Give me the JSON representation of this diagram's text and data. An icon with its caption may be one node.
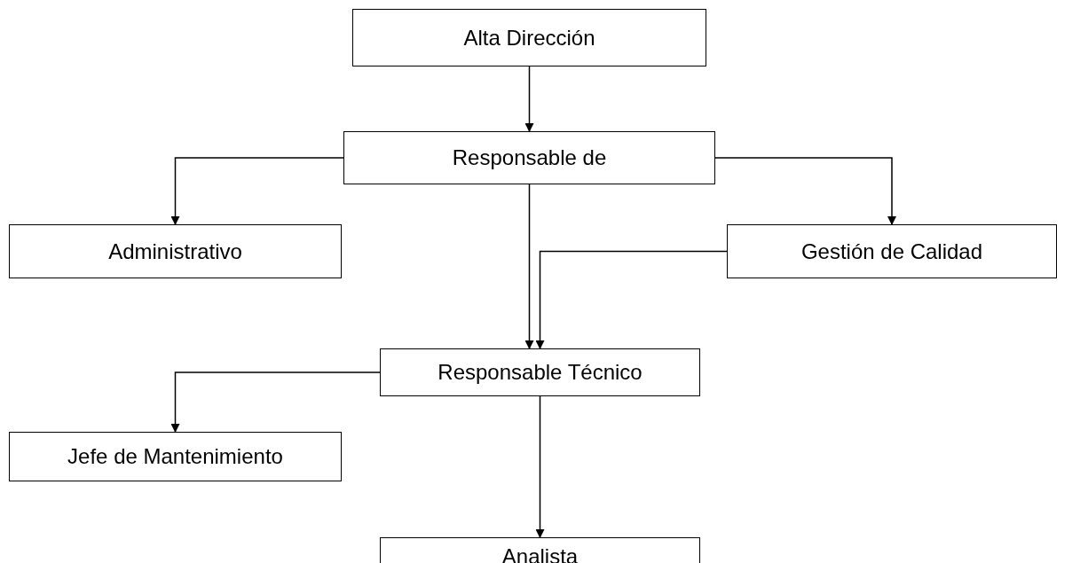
{
  "diagram": {
    "nodes": [
      {
        "text": [
          "Alta Dirección"
        ]
      },
      {
        "text": [
          "Responsable de"
        ]
      },
      {
        "text": [
          "Administrativo"
        ]
      },
      {
        "text": [
          "Gestión de Calidad"
        ]
      },
      {
        "text": [
          "Responsable Técnico"
        ]
      },
      {
        "text": [
          "Jefe de Mantenimiento"
        ]
      },
      {
        "text": [
          "Analista"
        ]
      }
    ],
    "edges": [
      {
        "from": 0,
        "to": 1,
        "arrow": "to"
      },
      {
        "from": 1,
        "to": 2,
        "arrow": "to"
      },
      {
        "from": 1,
        "to": 3,
        "arrow": "to"
      },
      {
        "from": 1,
        "to": 4,
        "arrow": "to"
      },
      {
        "from": 3,
        "to": 4,
        "arrow": "to"
      },
      {
        "from": 4,
        "to": 5,
        "arrow": "to"
      },
      {
        "from": 4,
        "to": 6,
        "arrow": "to"
      }
    ]
  }
}
